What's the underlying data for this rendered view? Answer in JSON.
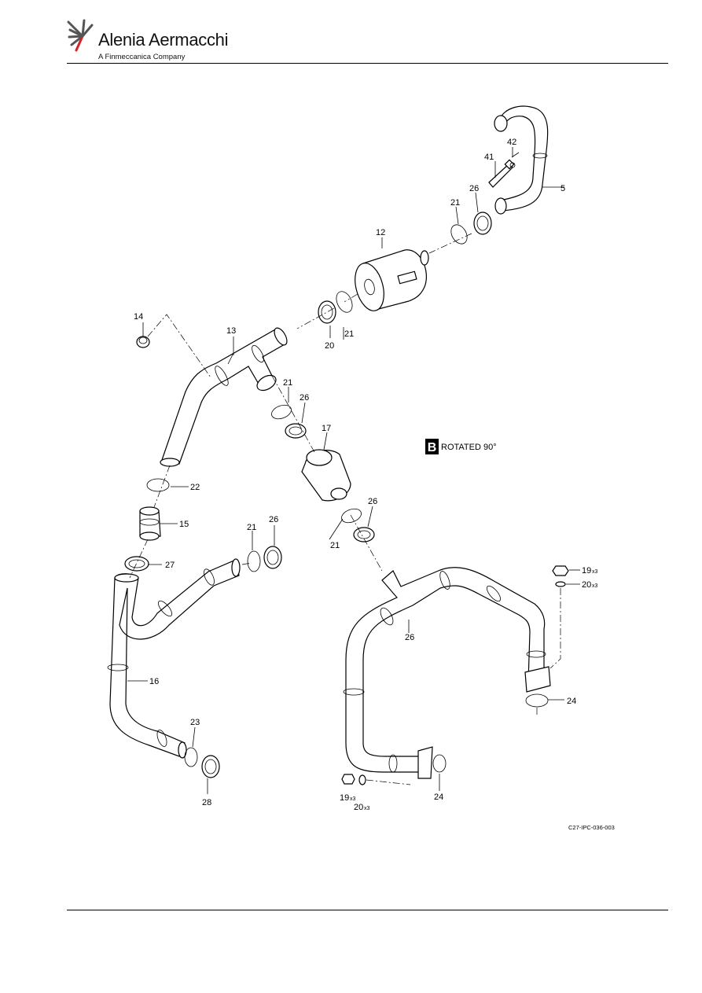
{
  "header": {
    "brand_name": "Alenia Aermacchi",
    "brand_subtitle": "A Finmeccanica Company"
  },
  "figure": {
    "view_label_letter": "B",
    "view_label_text": "ROTATED 90°",
    "figure_id": "C27-IPC-036-003",
    "callouts": {
      "c5": "5",
      "c12": "12",
      "c13": "13",
      "c14": "14",
      "c15": "15",
      "c16": "16",
      "c17": "17",
      "c20a": "20",
      "c21a": "21",
      "c21b": "21",
      "c21c": "21",
      "c21d": "21",
      "c21e": "21",
      "c22": "22",
      "c23": "23",
      "c24a": "24",
      "c24b": "24",
      "c26a": "26",
      "c26b": "26",
      "c26c": "26",
      "c26d": "26",
      "c26e": "26",
      "c27": "27",
      "c28": "28",
      "c41": "41",
      "c42": "42",
      "c19a": "19",
      "c19b": "19",
      "c20b": "20",
      "c20c": "20",
      "qty_x3": "x3"
    }
  },
  "colors": {
    "line": "#000000",
    "logo_red": "#d2232a",
    "logo_grey": "#555555"
  }
}
